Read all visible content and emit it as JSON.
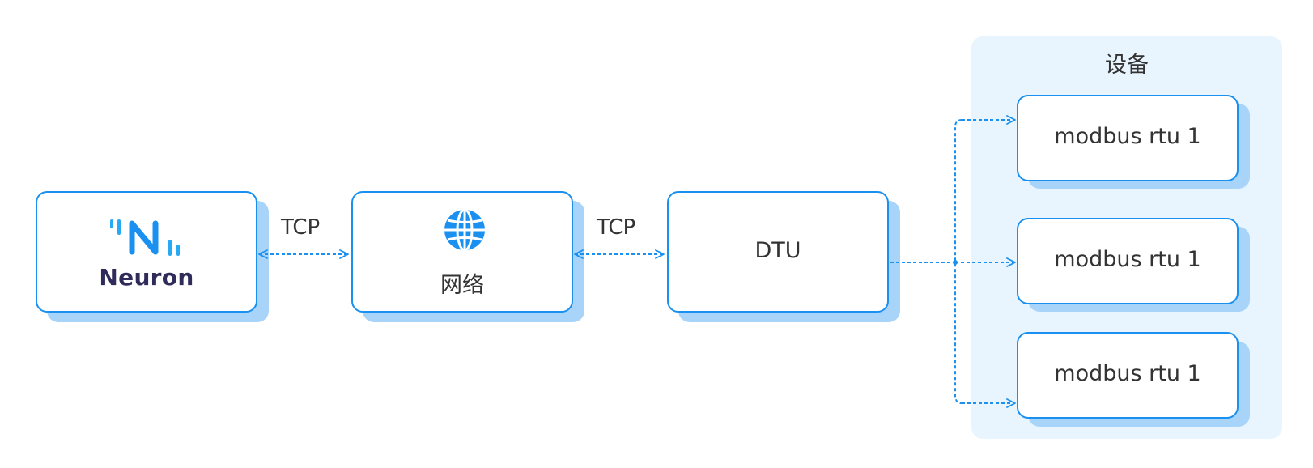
{
  "nodes": {
    "neuron": {
      "label": "Neuron"
    },
    "network": {
      "label": "网络"
    },
    "dtu": {
      "label": "DTU"
    }
  },
  "connections": {
    "neuron_network": {
      "label": "TCP"
    },
    "network_dtu": {
      "label": "TCP"
    }
  },
  "device_group": {
    "title": "设备",
    "devices": [
      {
        "label": "modbus rtu 1"
      },
      {
        "label": "modbus rtu 1"
      },
      {
        "label": "modbus rtu 1"
      }
    ]
  },
  "colors": {
    "accent": "#1a90f0",
    "shadow": "#a9d4fa",
    "group_background": "#e8f5fe",
    "neuron_text": "#2f2b5a",
    "text": "#333333"
  },
  "icons": {
    "neuron": "neuron-logo-icon",
    "network": "globe-icon"
  }
}
